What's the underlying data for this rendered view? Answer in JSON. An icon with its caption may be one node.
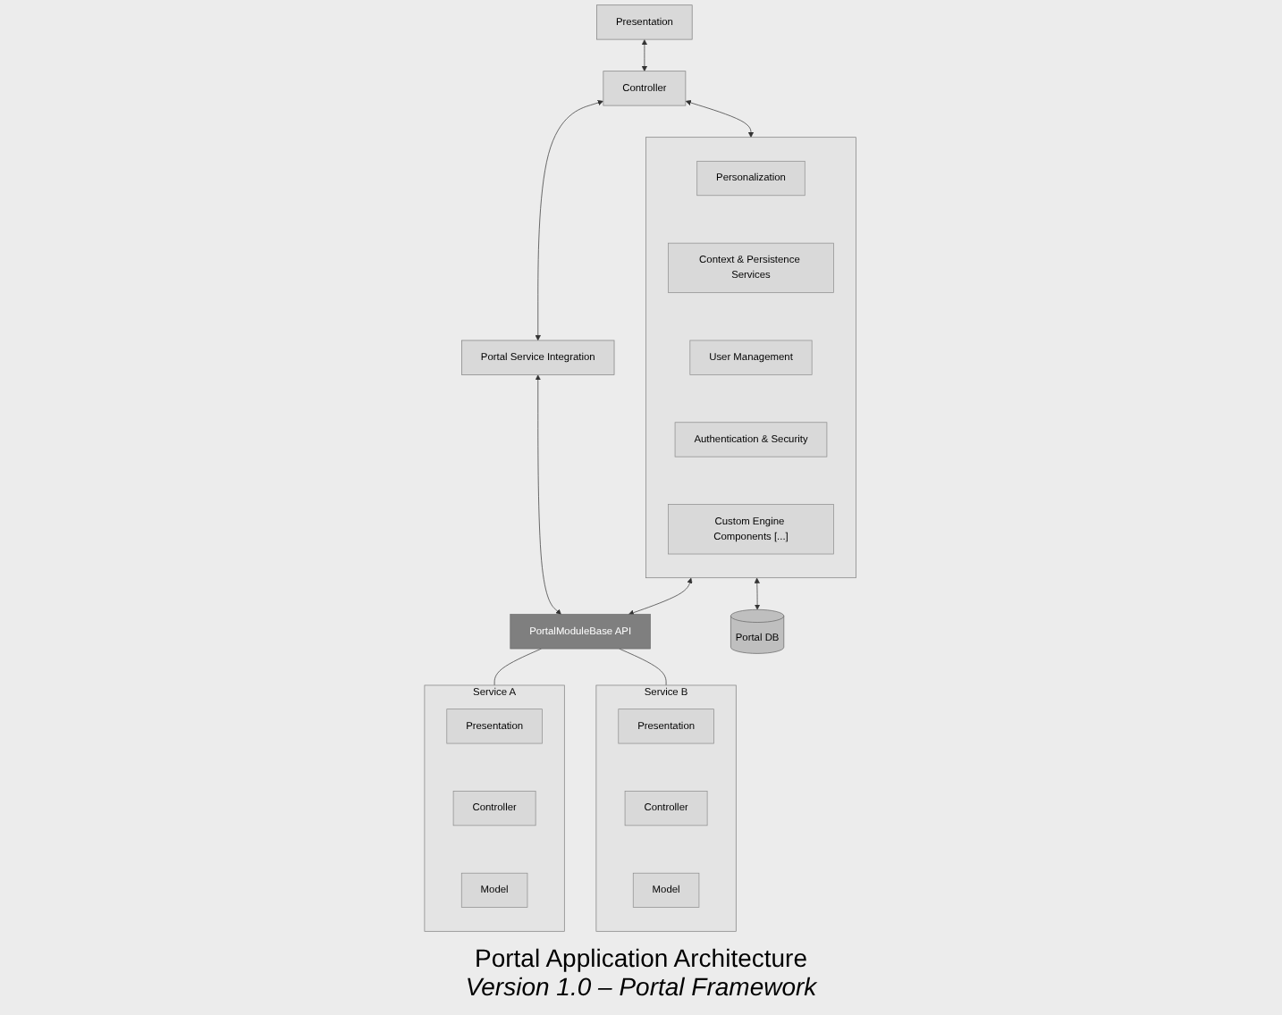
{
  "diagram": {
    "caption": "Portal Application Architecture",
    "nodes": [
      {
        "text": [
          "Presentation"
        ]
      },
      {
        "text": [
          "Controller"
        ]
      },
      {
        "text": [],
        "shape": "box"
      },
      {
        "text": [
          "Personalization"
        ],
        "in": 2
      },
      {
        "text": [
          "Context & Persistence Services"
        ],
        "in": 2
      },
      {
        "text": [
          "User Management"
        ],
        "in": 2
      },
      {
        "text": [
          "Authentication & Security"
        ],
        "in": 2
      },
      {
        "text": [
          "Custom Engine Components [...]"
        ],
        "in": 2
      },
      {
        "text": [
          "Portal Service Integration"
        ]
      },
      {
        "text": [
          "PortalModuleBase API"
        ]
      },
      {
        "text": [
          "Service A"
        ]
      },
      {
        "text": [
          "Presentation"
        ],
        "in": 10
      },
      {
        "text": [
          "Controller"
        ],
        "in": 10
      },
      {
        "text": [
          "Model"
        ],
        "in": 10
      },
      {
        "text": [
          "Service B"
        ]
      },
      {
        "text": [
          "Presentation"
        ],
        "in": 14
      },
      {
        "text": [
          "Controller"
        ],
        "in": 14
      },
      {
        "text": [
          "Model"
        ],
        "in": 14
      },
      {
        "text": [
          "Portal DB"
        ]
      }
    ],
    "edges": [
      {
        "from": 0,
        "to": 1,
        "arrow": "both"
      },
      {
        "from": 1,
        "to": 2,
        "arrow": "both"
      },
      {
        "from": 1,
        "to": 8,
        "arrow": "both"
      },
      {
        "from": 8,
        "to": 9,
        "arrow": "both"
      },
      {
        "from": 2,
        "to": 9,
        "arrow": "both"
      },
      {
        "from": 9,
        "to": 10,
        "arrow": "none"
      },
      {
        "from": 9,
        "to": 14,
        "arrow": "none"
      },
      {
        "from": 2,
        "to": 18,
        "arrow": "both"
      }
    ],
    "labels": [
      "Version 1.0 – Portal Framework"
    ]
  }
}
